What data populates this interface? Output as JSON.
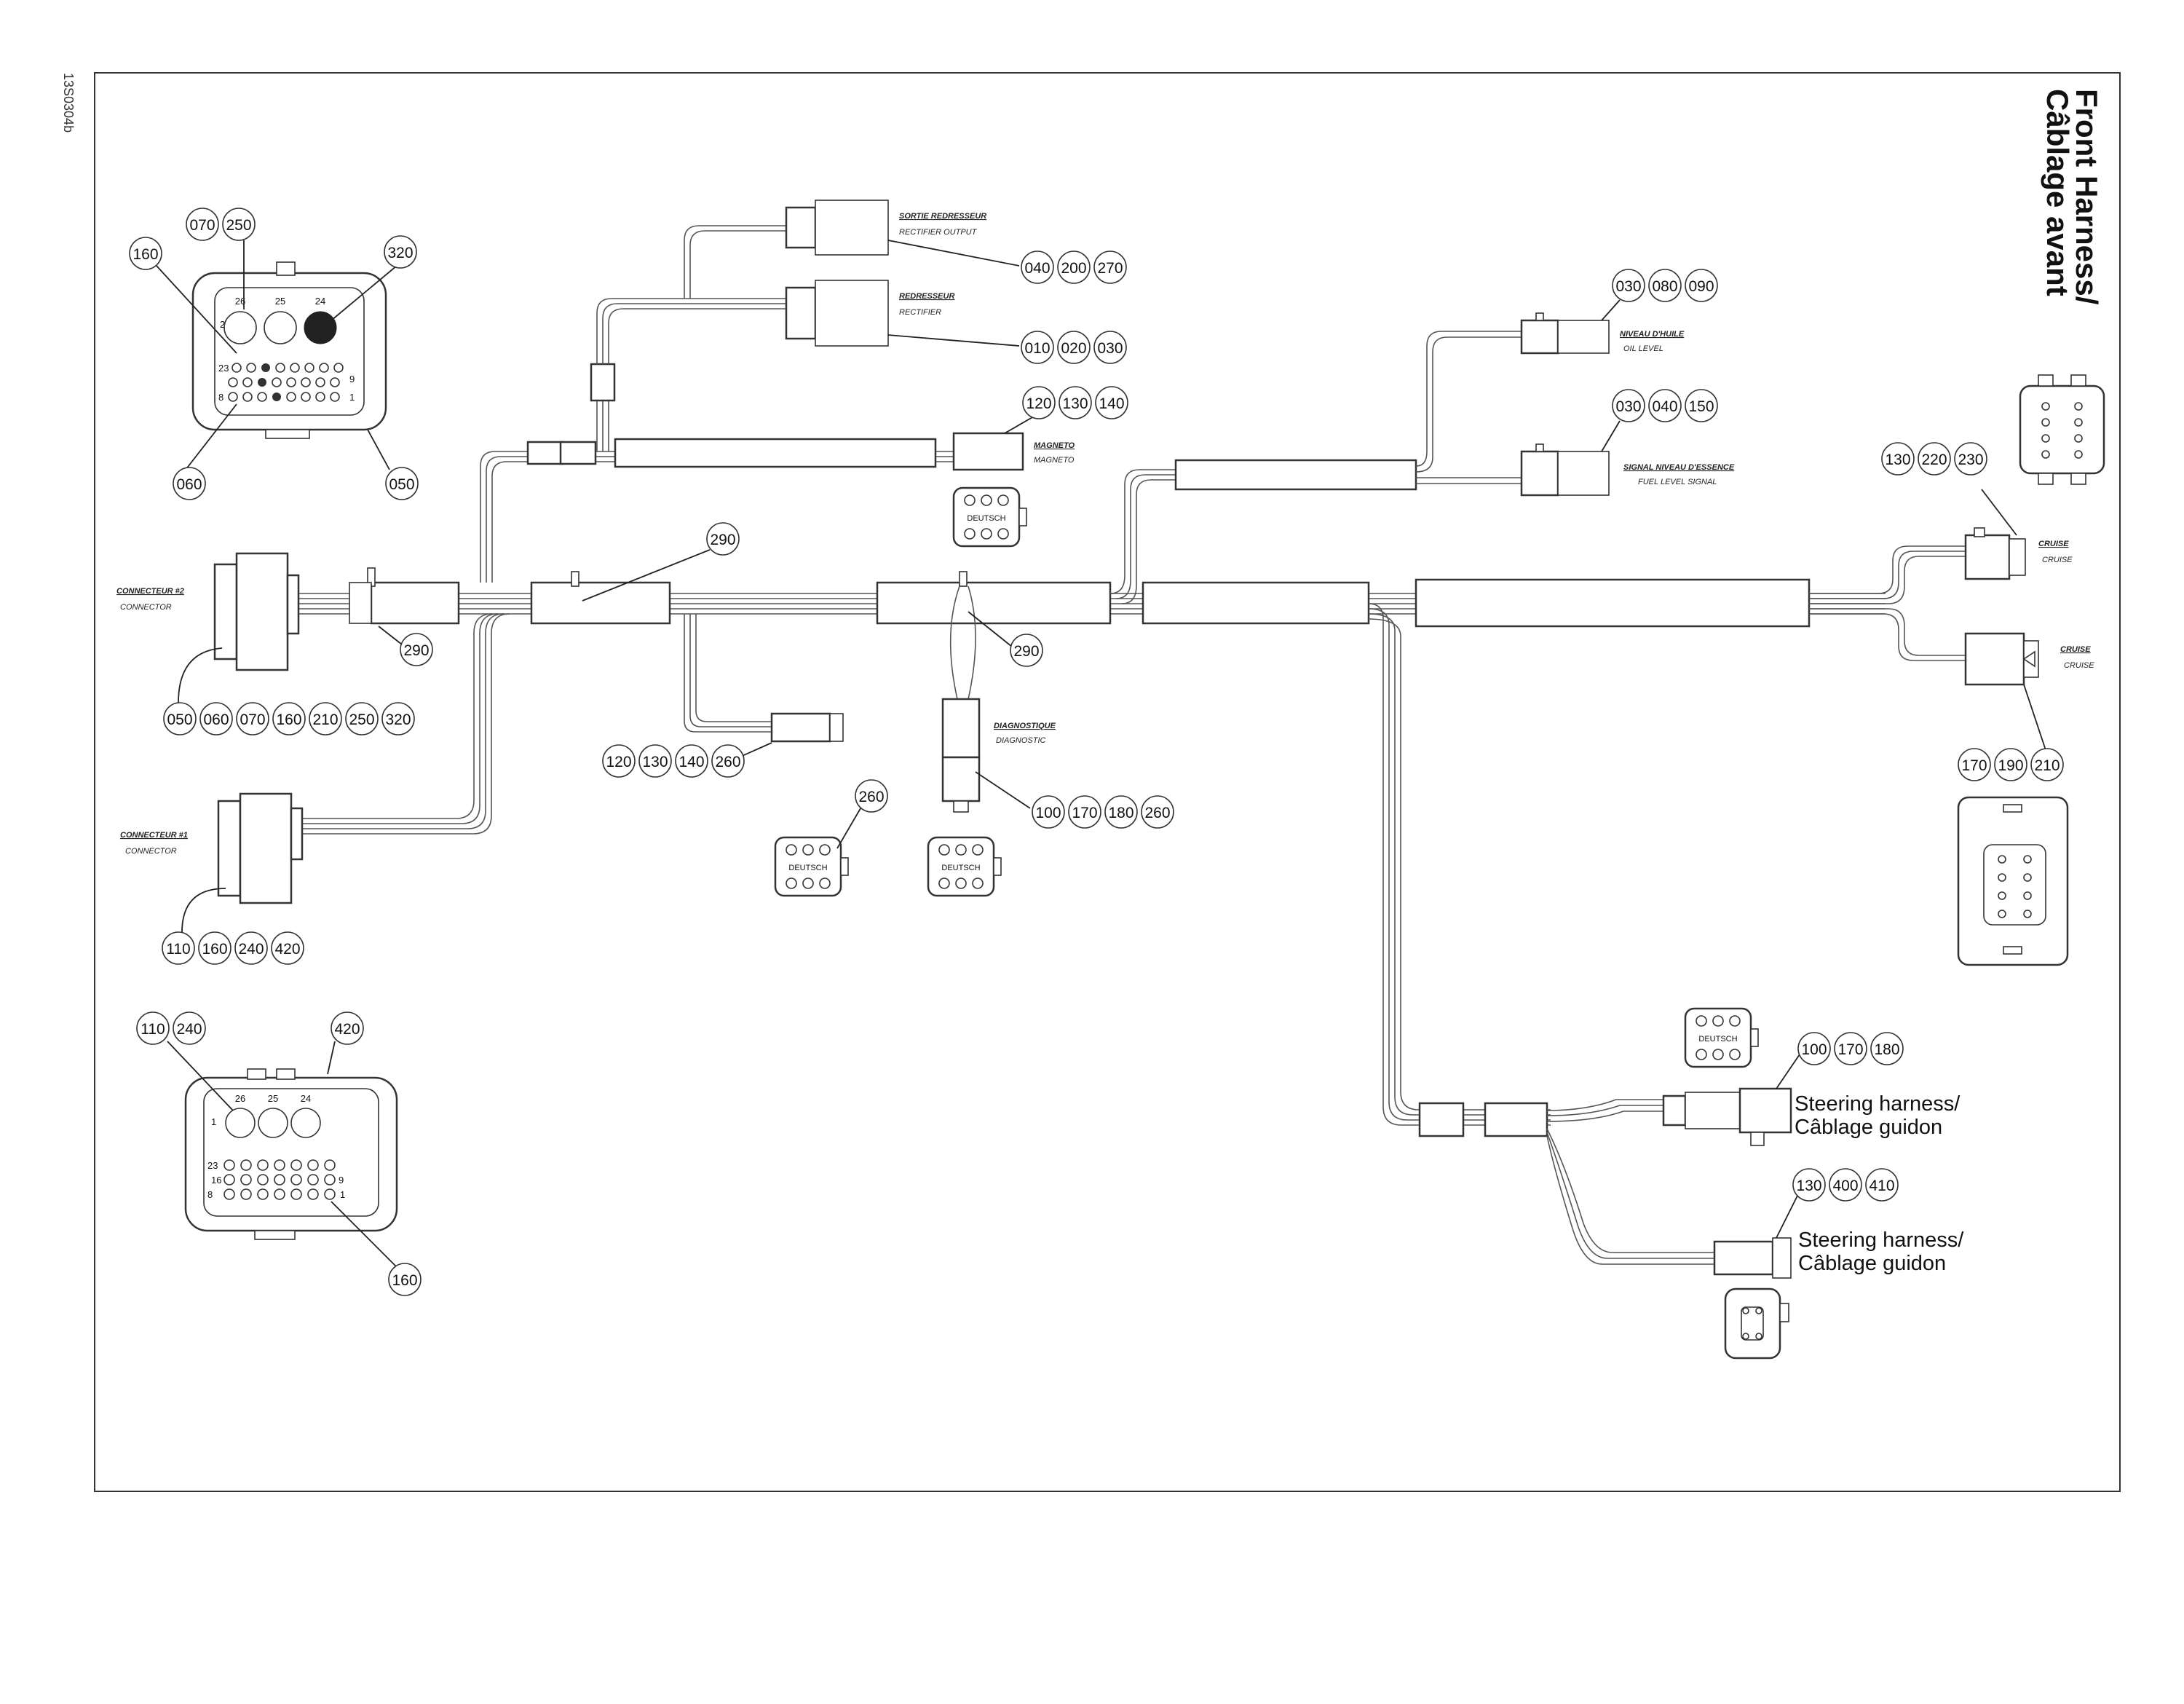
{
  "header": {
    "title_line1": "Front Harness/",
    "title_line2": "Câblage avant",
    "doc_id": "13S0304b"
  },
  "connectors": {
    "rectifier_output": {
      "label_fr": "SORTIE REDRESSEUR",
      "label_en": "RECTIFIER OUTPUT",
      "callouts": [
        "040",
        "200",
        "270"
      ]
    },
    "rectifier": {
      "label_fr": "REDRESSEUR",
      "label_en": "RECTIFIER",
      "callouts": [
        "010",
        "020",
        "030"
      ]
    },
    "magneto": {
      "label_en": "MAGNETO",
      "label_fr": "MAGNETO",
      "callouts": [
        "120",
        "130",
        "140"
      ]
    },
    "oil_level": {
      "label_fr": "NIVEAU D'HUILE",
      "label_en": "OIL LEVEL",
      "callouts": [
        "030",
        "080",
        "090"
      ]
    },
    "fuel_level": {
      "label_fr": "SIGNAL NIVEAU D'ESSENCE",
      "label_en": "FUEL LEVEL SIGNAL",
      "callouts": [
        "030",
        "040",
        "150"
      ]
    },
    "connector_2": {
      "label_fr": "CONNECTEUR #2",
      "label_en": "CONNECTOR",
      "callouts": [
        "050",
        "060",
        "070",
        "160",
        "210",
        "250",
        "320"
      ]
    },
    "connector_1": {
      "label_fr": "CONNECTEUR #1",
      "label_en": "CONNECTOR",
      "callouts": [
        "110",
        "160",
        "240",
        "420"
      ]
    },
    "diagnostic": {
      "label_fr": "DIAGNOSTIQUE",
      "label_en": "DIAGNOSTIC",
      "callouts": [
        "100",
        "170",
        "180",
        "260"
      ]
    },
    "cruise_a": {
      "label_fr": "CRUISE",
      "label_en": "CRUISE",
      "callouts": [
        "130",
        "220",
        "230"
      ]
    },
    "cruise_b": {
      "label_fr": "CRUISE",
      "label_en": "CRUISE",
      "callouts": [
        "170",
        "190",
        "210"
      ]
    },
    "mid_branch": {
      "callouts": [
        "120",
        "130",
        "140",
        "260"
      ]
    },
    "steering_1": {
      "line1": "Steering harness/",
      "line2": "Câblage guidon",
      "callouts": [
        "100",
        "170",
        "180"
      ]
    },
    "steering_2": {
      "line1": "Steering harness/",
      "line2": "Câblage guidon",
      "callouts": [
        "130",
        "400",
        "410"
      ]
    }
  },
  "detail_top": {
    "callouts": [
      "070",
      "250",
      "160",
      "320",
      "060",
      "050"
    ],
    "pins": [
      "26",
      "25",
      "24",
      "2",
      "23",
      "9",
      "8",
      "1"
    ]
  },
  "detail_bottom": {
    "callouts": [
      "110",
      "240",
      "420",
      "160"
    ],
    "pins": [
      "26",
      "25",
      "24",
      "1",
      "23",
      "16",
      "9",
      "8",
      "1"
    ]
  },
  "misc_callouts": {
    "c290a": "290",
    "c290b": "290",
    "c290c": "290",
    "c260": "260"
  },
  "deutsch_label": "DEUTSCH"
}
